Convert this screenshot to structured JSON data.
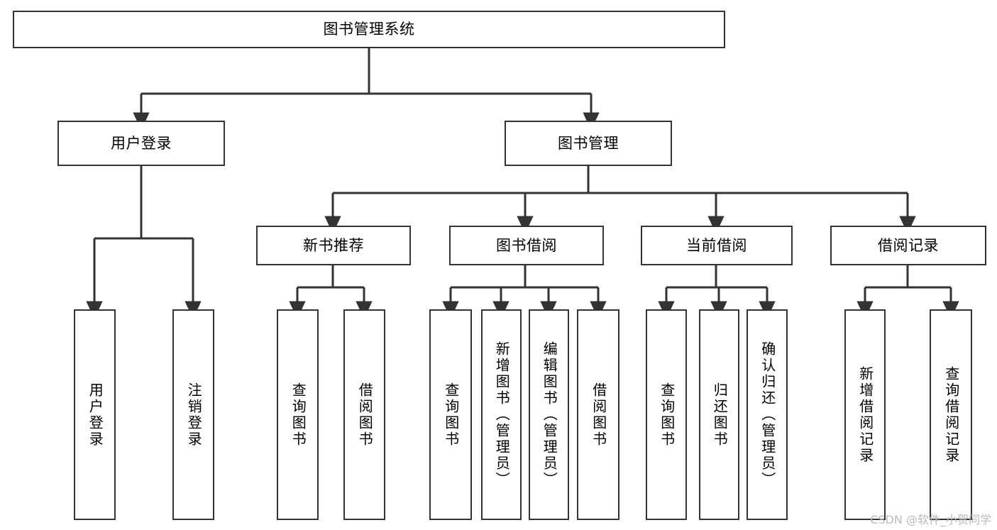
{
  "diagram": {
    "title": "图书管理系统",
    "type": "tree-hierarchy",
    "watermark": "CSDN @软件_小贺同学",
    "accent_color": "#333333",
    "background_color": "#ffffff",
    "nodes": {
      "root": {
        "label": "图书管理系统"
      },
      "level2": [
        {
          "label": "用户登录"
        },
        {
          "label": "图书管理"
        }
      ],
      "level3": [
        {
          "label": "新书推荐"
        },
        {
          "label": "图书借阅"
        },
        {
          "label": "当前借阅"
        },
        {
          "label": "借阅记录"
        }
      ],
      "leaves_user_login": [
        {
          "label": "用户登录"
        },
        {
          "label": "注销登录"
        }
      ],
      "leaves_new_book": [
        {
          "label": "查询图书"
        },
        {
          "label": "借阅图书"
        }
      ],
      "leaves_borrow": [
        {
          "label": "查询图书"
        },
        {
          "label": "新增图书（管理员）"
        },
        {
          "label": "编辑图书（管理员）"
        },
        {
          "label": "借阅图书"
        }
      ],
      "leaves_current": [
        {
          "label": "查询图书"
        },
        {
          "label": "归还图书"
        },
        {
          "label": "确认归还（管理员）"
        }
      ],
      "leaves_records": [
        {
          "label": "新增借阅记录"
        },
        {
          "label": "查询借阅记录"
        }
      ]
    }
  }
}
